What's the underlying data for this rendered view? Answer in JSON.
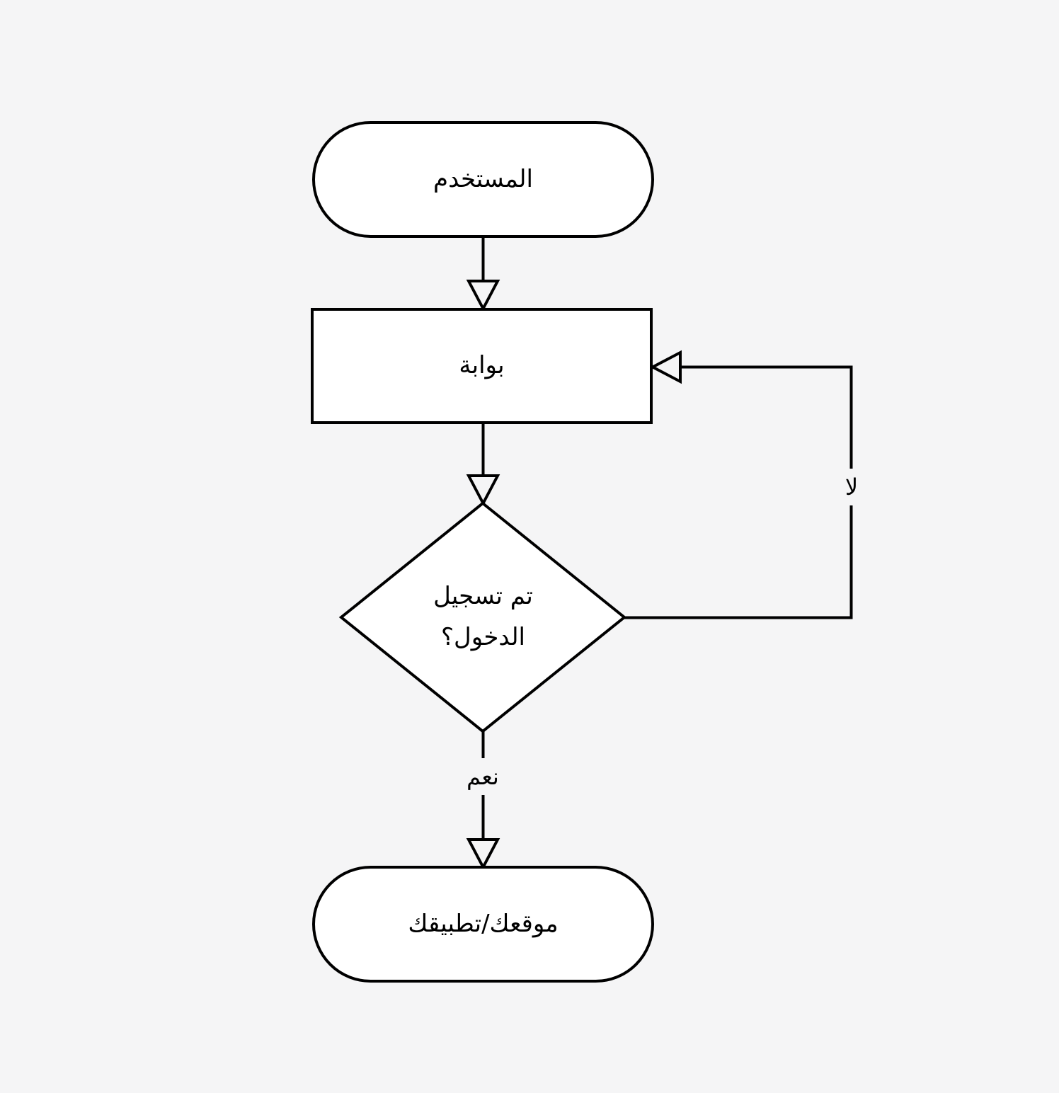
{
  "colors": {
    "background": "#f5f5f6",
    "shape_fill": "#ffffff",
    "stroke": "#000000"
  },
  "flowchart": {
    "type": "flowchart",
    "direction": "top-down",
    "nodes": {
      "user": {
        "shape": "stadium",
        "label": "المستخدم"
      },
      "gateway": {
        "shape": "process",
        "label": "بوابة"
      },
      "decision": {
        "shape": "diamond",
        "label_line1": "تم تسجيل",
        "label_line2": "الدخول؟"
      },
      "destination": {
        "shape": "stadium",
        "label": "موقعك/تطبيقك"
      }
    },
    "edges": {
      "user_to_gateway": {
        "from": "user",
        "to": "gateway",
        "label": ""
      },
      "gateway_to_decision": {
        "from": "gateway",
        "to": "decision",
        "label": ""
      },
      "decision_yes_to_destination": {
        "from": "decision",
        "to": "destination",
        "label": "نعم"
      },
      "decision_no_back_to_gateway": {
        "from": "decision",
        "to": "gateway",
        "label": "لا"
      }
    }
  }
}
